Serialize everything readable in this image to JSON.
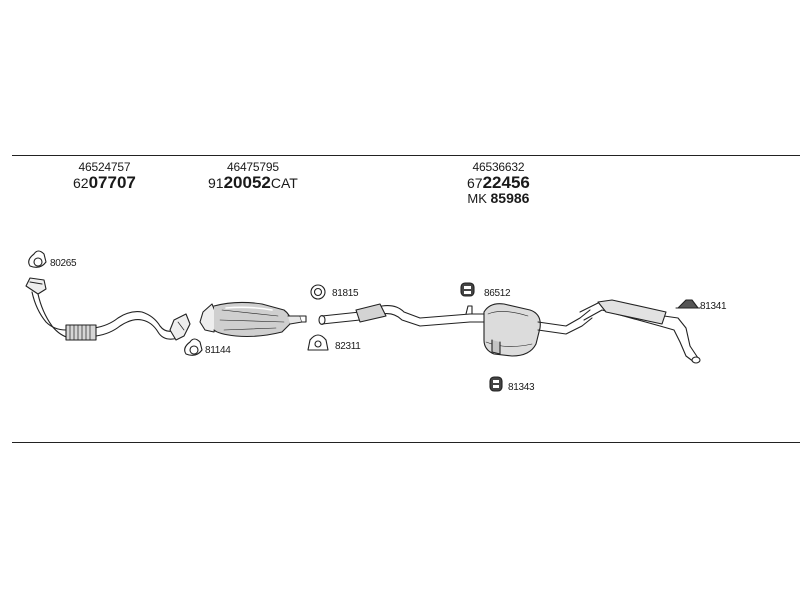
{
  "groups": {
    "front_pipe": {
      "oe_number": "46524757",
      "code_prefix": "62",
      "code_main": "07707"
    },
    "catalyst": {
      "oe_number": "46475795",
      "code_prefix": "91",
      "code_main": "20052",
      "code_suffix": "CAT"
    },
    "rear_system": {
      "oe_number": "46536632",
      "code_prefix": "67",
      "code_main": "22456",
      "mk_prefix": "MK",
      "mk_number": "85986"
    }
  },
  "hardware": {
    "gasket_front": "80265",
    "gasket_cat": "81144",
    "ring_mid": "81815",
    "clamp_mid": "82311",
    "hanger_mid": "86512",
    "hanger_rear_low": "81343",
    "hanger_tail": "81341"
  }
}
